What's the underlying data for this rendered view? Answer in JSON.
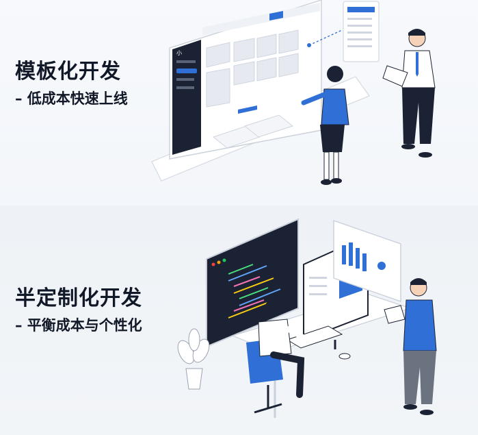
{
  "sections": [
    {
      "title": "模板化开发",
      "subtitle": "– 低成本快速上线",
      "logo_text": "小"
    },
    {
      "title": "半定制化开发",
      "subtitle": "– 平衡成本与个性化"
    }
  ],
  "colors": {
    "accent": "#2f6fd6",
    "dark": "#1b2233",
    "text": "#111827",
    "line": "#cfd6df"
  }
}
